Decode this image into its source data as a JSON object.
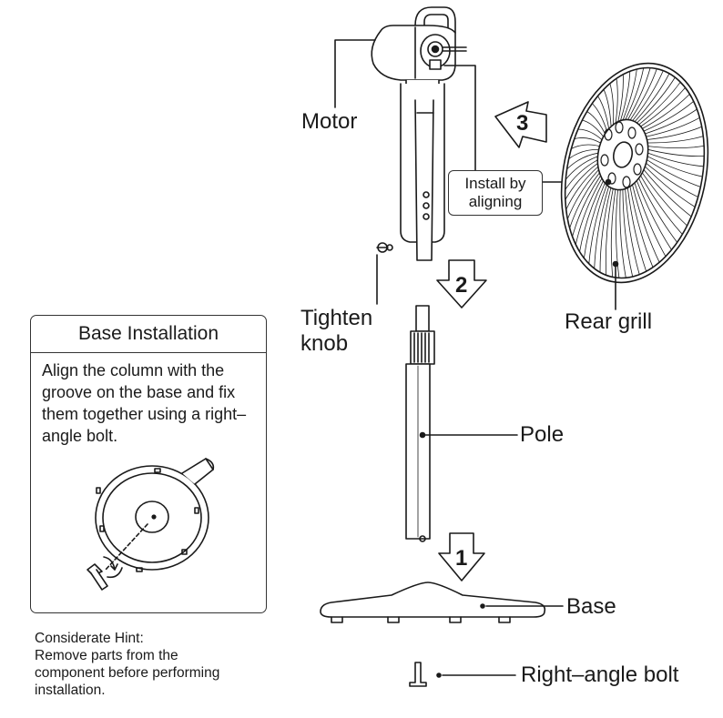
{
  "labels": {
    "motor": "Motor",
    "tighten_knob_line1": "Tighten",
    "tighten_knob_line2": "knob",
    "pole": "Pole",
    "base": "Base",
    "rear_grill": "Rear grill",
    "right_angle_bolt": "Right–angle bolt",
    "install_line1": "Install by",
    "install_line2": "aligning"
  },
  "steps": {
    "step1": "1",
    "step2": "2",
    "step3": "3"
  },
  "panel": {
    "title": "Base Installation",
    "text": "Align the column with the groove on the base and fix them together using a right–angle bolt."
  },
  "hint": {
    "line1": "Considerate Hint:",
    "line2": "Remove parts from the",
    "line3": "component before performing",
    "line4": "installation."
  },
  "colors": {
    "stroke": "#1a1a1a",
    "fill": "#ffffff"
  }
}
